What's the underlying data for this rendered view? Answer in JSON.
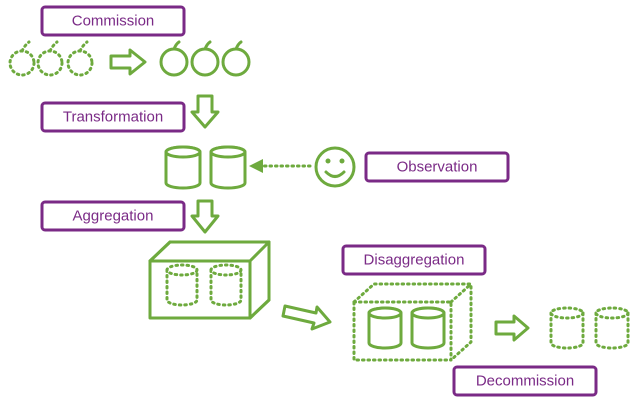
{
  "labels": {
    "commission": "Commission",
    "transformation": "Transformation",
    "observation": "Observation",
    "aggregation": "Aggregation",
    "disaggregation": "Disaggregation",
    "decommission": "Decommission"
  },
  "colors": {
    "label_border": "#7a2a86",
    "label_text": "#7a2a86",
    "shapes": "#6eaa3e"
  }
}
